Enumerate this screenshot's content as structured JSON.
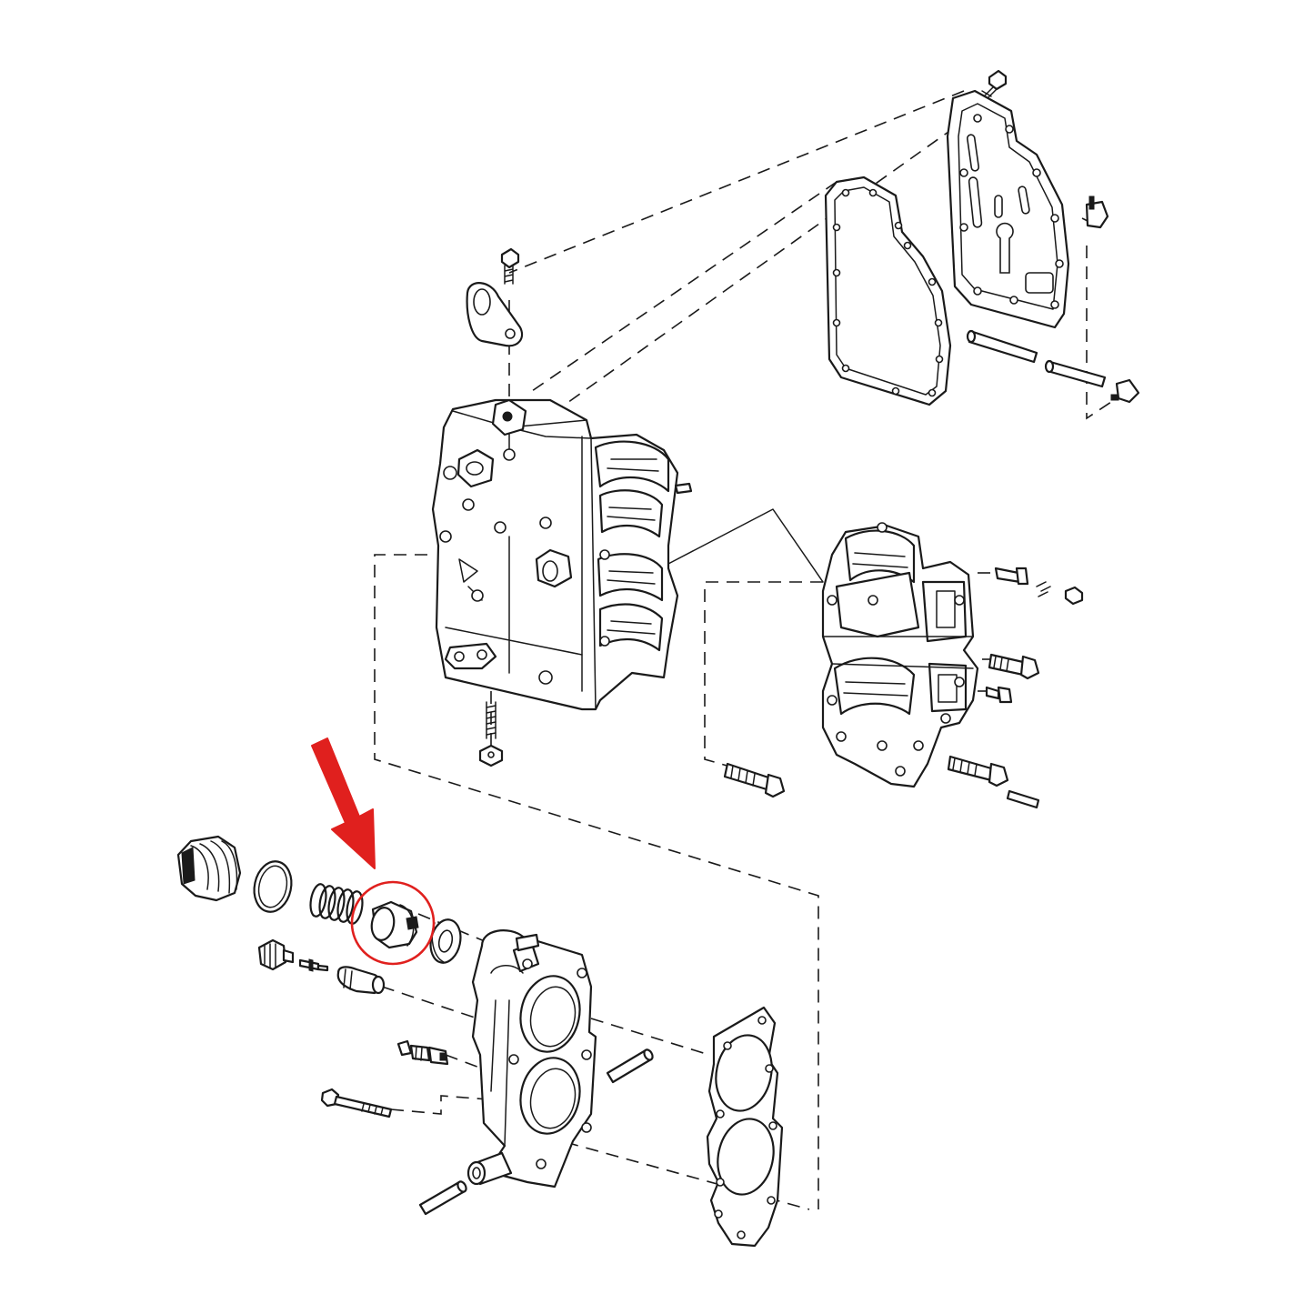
{
  "colors": {
    "line": "#1a1a1a",
    "background": "#ffffff",
    "highlight": "#e0201e"
  },
  "highlight": {
    "part": "thermostat",
    "indicator": "red-arrow-and-circle"
  },
  "parts": [
    "top-bolt",
    "exhaust-cover",
    "exhaust-cover-gasket",
    "lifting-eye",
    "cylinder-block",
    "crankcase-half",
    "thermostat-housing-cap",
    "o-ring",
    "thermostat-spring",
    "thermostat",
    "thermostat-seal",
    "cylinder-head",
    "cylinder-head-gasket",
    "temperature-sender",
    "dowel-pins",
    "head-bolts"
  ]
}
